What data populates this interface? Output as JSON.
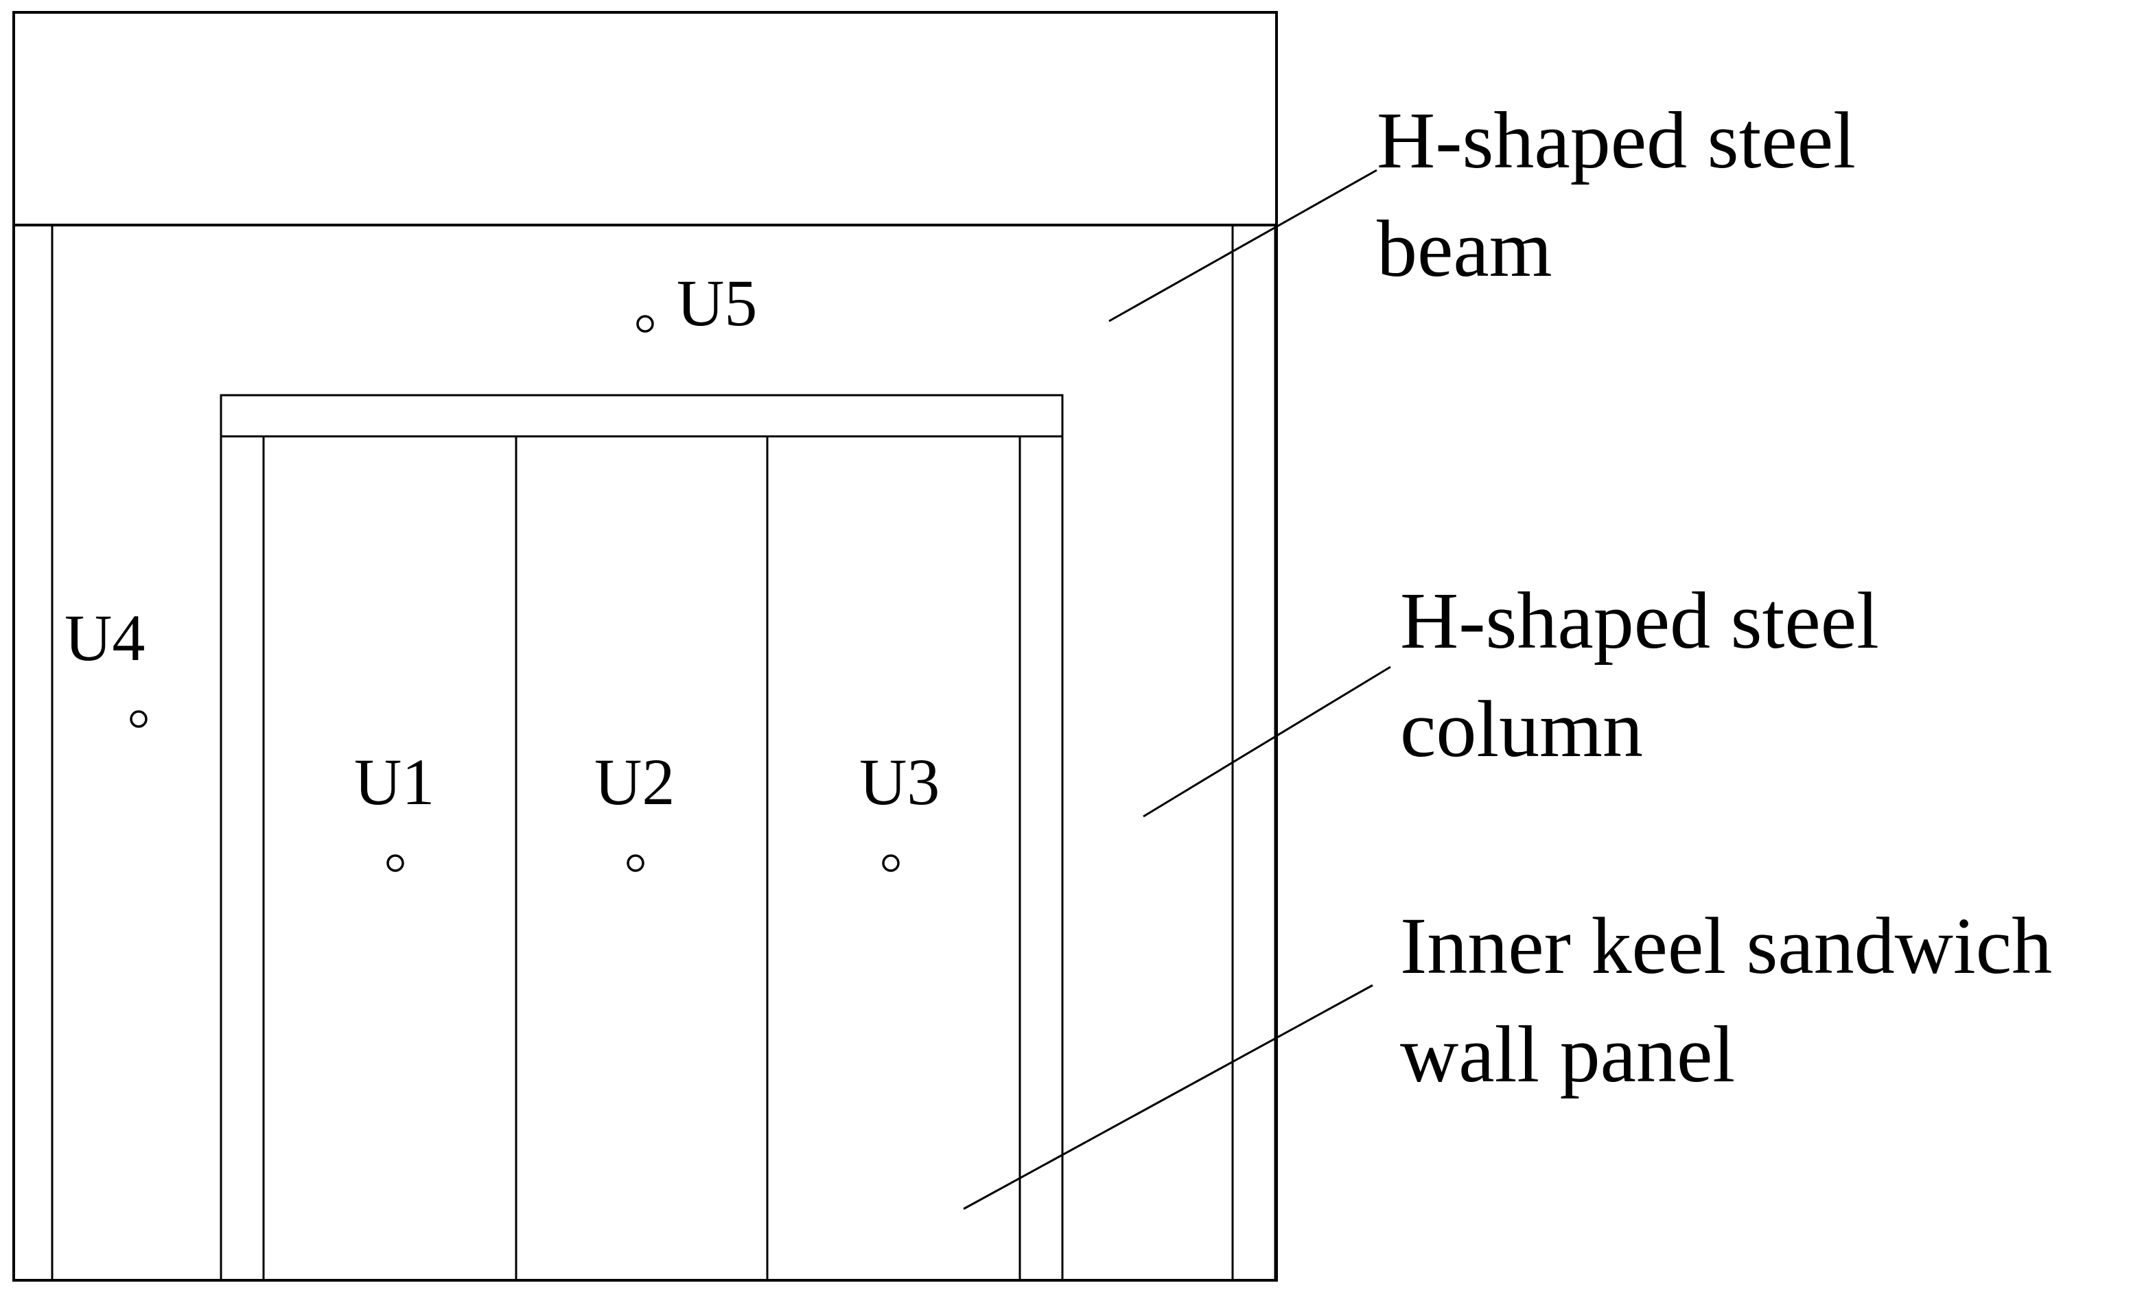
{
  "diagram": {
    "measurement_points": [
      {
        "id": "U1",
        "label": "U1"
      },
      {
        "id": "U2",
        "label": "U2"
      },
      {
        "id": "U3",
        "label": "U3"
      },
      {
        "id": "U4",
        "label": "U4"
      },
      {
        "id": "U5",
        "label": "U5"
      }
    ],
    "callouts": {
      "beam": {
        "line1": "H-shaped steel",
        "line2": "beam"
      },
      "column": {
        "line1": "H-shaped steel",
        "line2": "column"
      },
      "panel": {
        "line1": "Inner keel sandwich",
        "line2": "wall panel"
      }
    },
    "colors": {
      "stroke": "#000000",
      "background": "#ffffff"
    }
  }
}
